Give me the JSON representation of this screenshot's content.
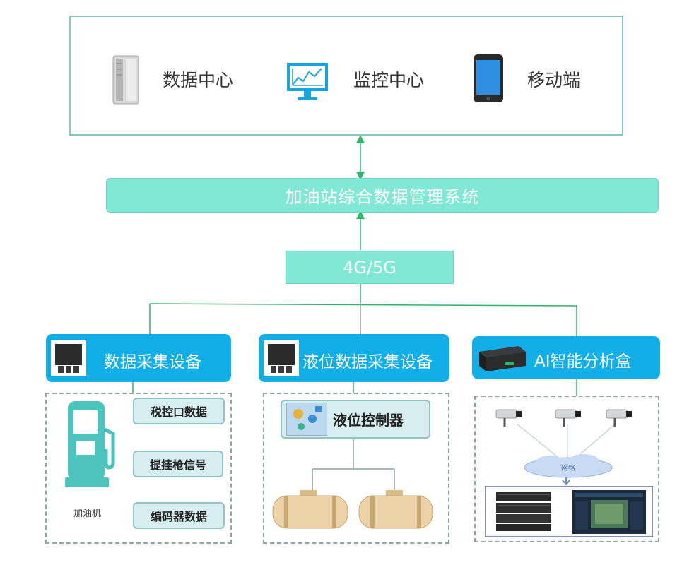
{
  "top": {
    "items": [
      {
        "label": "数据中心",
        "icon": "server-tower-icon"
      },
      {
        "label": "监控中心",
        "icon": "monitor-chart-icon"
      },
      {
        "label": "移动端",
        "icon": "smartphone-icon"
      }
    ]
  },
  "system_bar": {
    "label": "加油站综合数据管理系统"
  },
  "network": {
    "label": "4G/5G"
  },
  "categories": [
    {
      "label": "数据采集设备"
    },
    {
      "label": "液位数据采集设备"
    },
    {
      "label": "AI智能分析盒"
    }
  ],
  "fuel_panel": {
    "dispenser_label": "加油机",
    "items": [
      "税控口数据",
      "提挂枪信号",
      "编码器数据"
    ]
  },
  "level_panel": {
    "controller_label": "液位控制器"
  },
  "ai_panel": {
    "cloud_label": "网络"
  },
  "colors": {
    "accent": "#12aee8",
    "mint": "#80e8d4",
    "line": "#2db36a",
    "dispenser": "#4cc3bd"
  }
}
